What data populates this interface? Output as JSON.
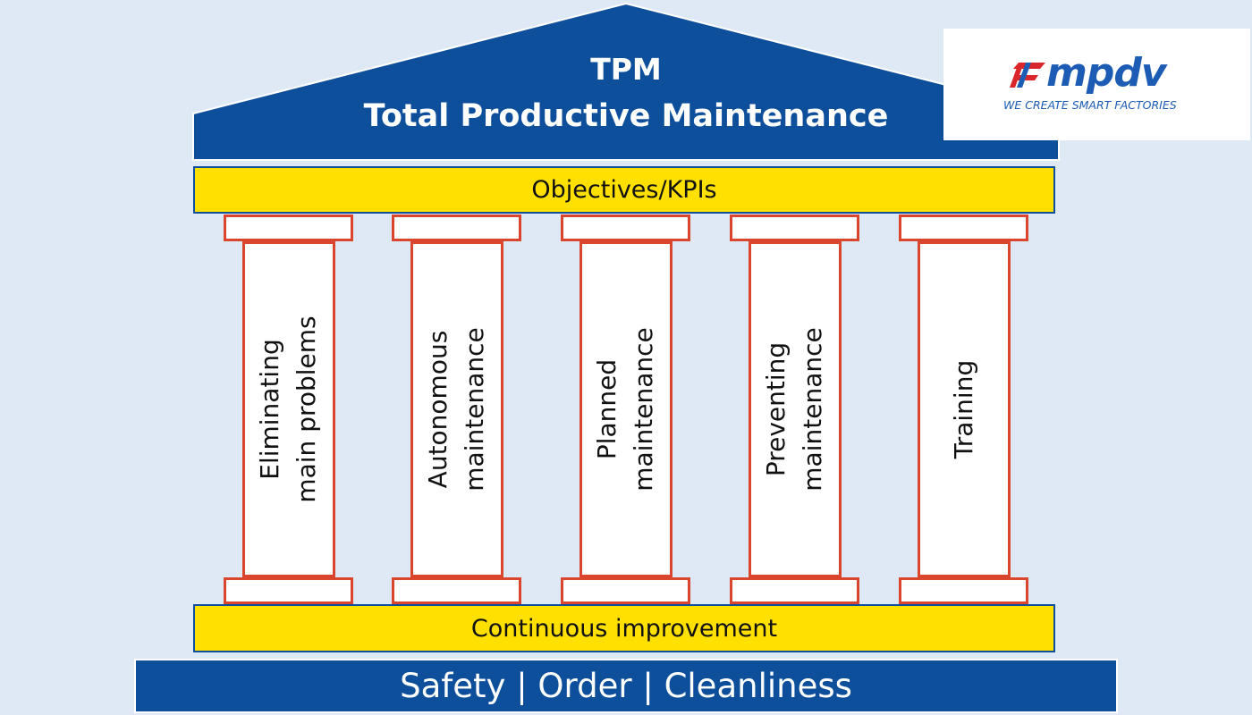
{
  "roof": {
    "line1": "TPM",
    "line2": "Total Productive Maintenance"
  },
  "objectives_band": "Objectives/KPIs",
  "pillars": [
    {
      "label": "Eliminating\nmain problems"
    },
    {
      "label": "Autonomous\nmaintenance"
    },
    {
      "label": "Planned\nmaintenance"
    },
    {
      "label": "Preventing\nmaintenance"
    },
    {
      "label": "Training"
    }
  ],
  "improvement_band": "Continuous improvement",
  "foundation": "Safety | Order | Cleanliness",
  "logo": {
    "wordmark": "mpdv",
    "tagline": "WE CREATE SMART FACTORIES"
  },
  "colors": {
    "background": "#dfe9f6",
    "navy": "#0e4f9b",
    "yellow": "#ffe000",
    "pillar_border": "#d9462d",
    "logo_blue": "#1d5cb4",
    "logo_red": "#d9262b"
  },
  "icons": {
    "logo": "mpdv-logo-mark"
  }
}
